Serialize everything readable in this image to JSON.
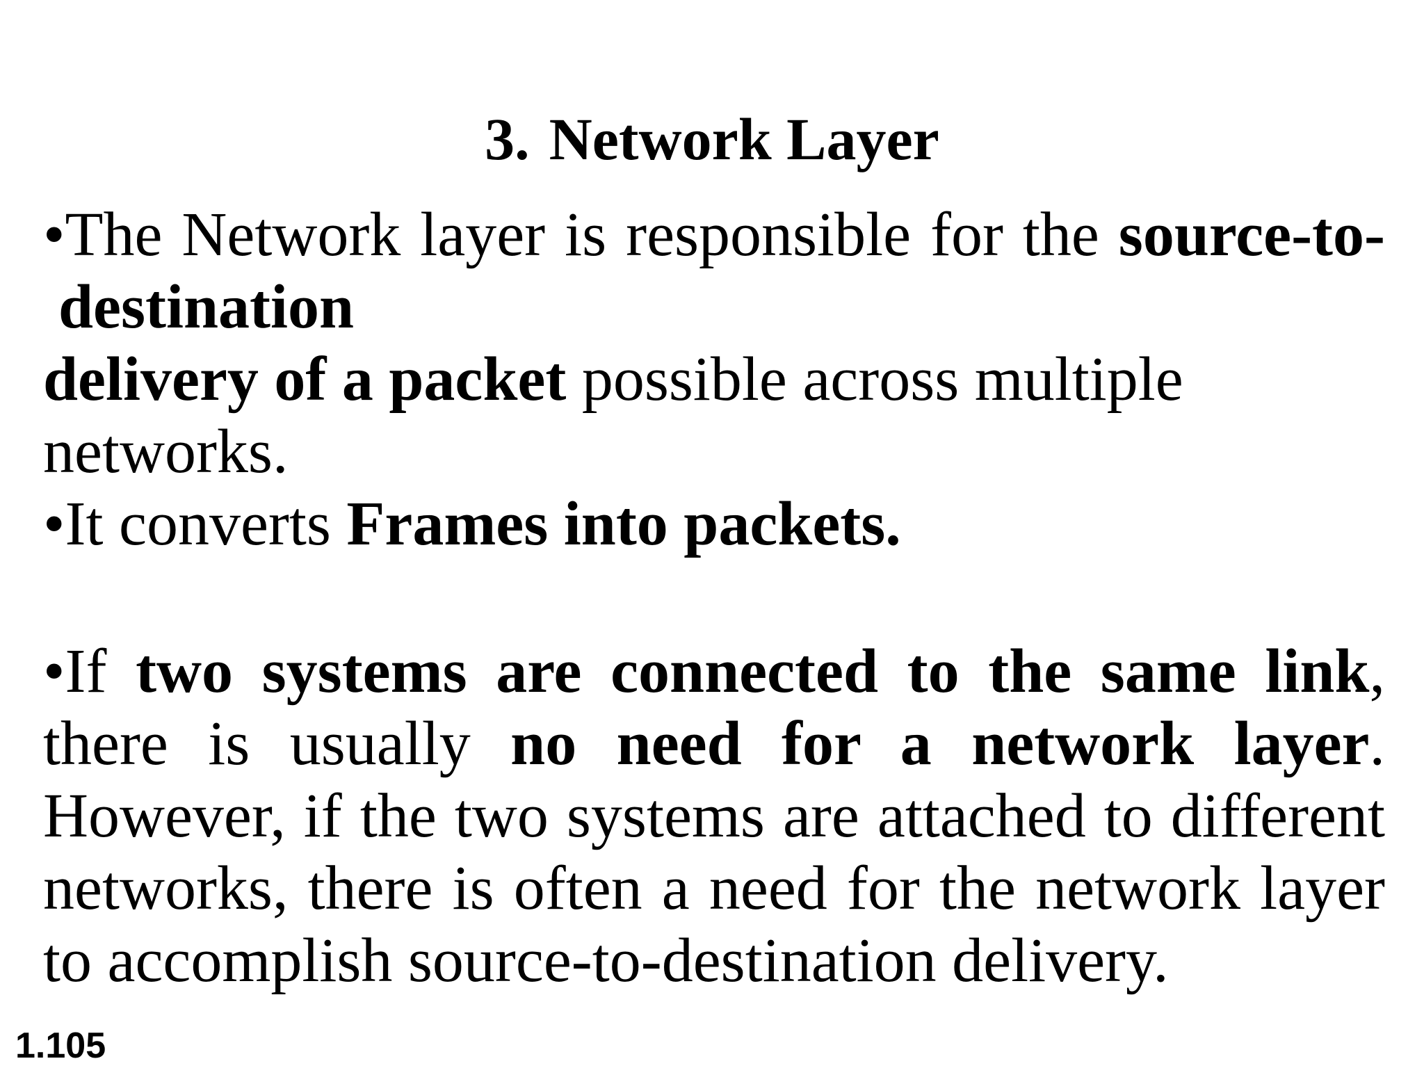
{
  "slide": {
    "title_number": "3.",
    "title_text": "Network Layer",
    "bullet": "•",
    "p1": {
      "t1": "The Network layer is responsible for the ",
      "b1": "source-to-",
      "b2": "destination",
      "b3": "delivery of a packet",
      "t2": " possible across multiple",
      "t3": "networks."
    },
    "p2": {
      "t1": "It converts ",
      "b1": "Frames into packets."
    },
    "p3": {
      "t1": "If ",
      "b1": "two systems are connected to the same link",
      "t2": ",",
      "t3": "there is usually  ",
      "b2": "no need for a network layer",
      "t4": ".",
      "l3": "However, if the two systems are  attached to different",
      "l4": "networks, there is often a need for the  network layer",
      "l5": "to accomplish source-to-destination delivery."
    },
    "slide_number": "1.105"
  }
}
